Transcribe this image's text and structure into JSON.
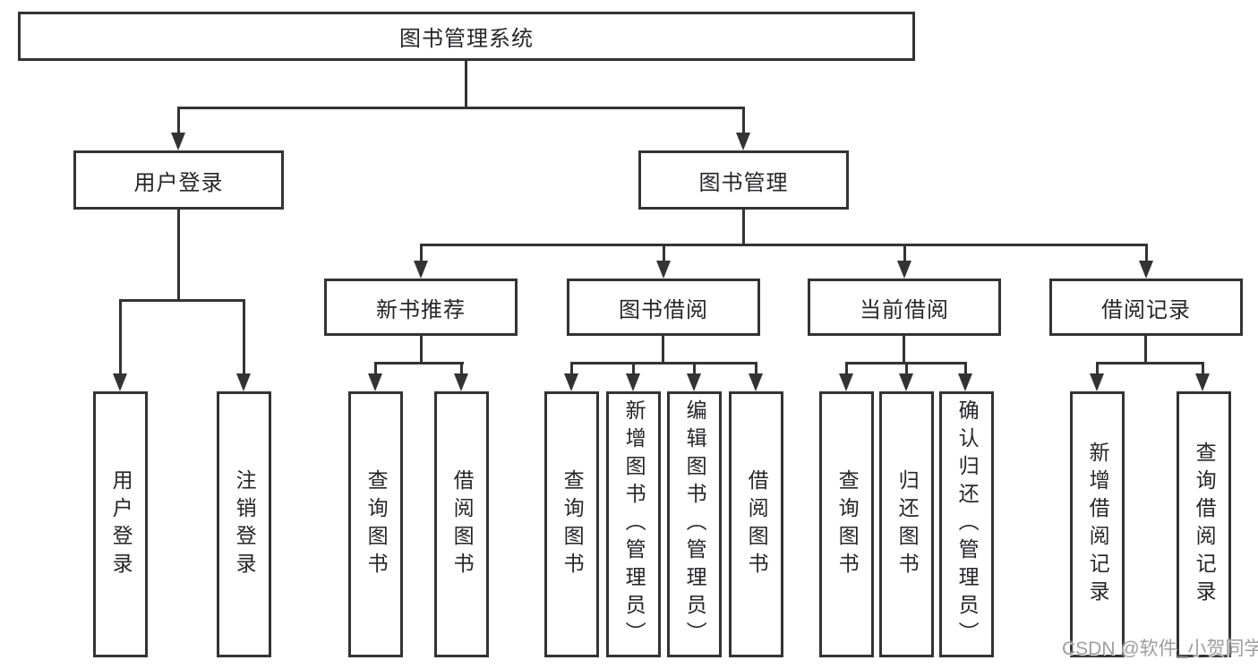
{
  "tree": {
    "root": {
      "label": "图书管理系统"
    },
    "branches": [
      {
        "label": "用户登录",
        "children": [
          {
            "label": "用户登录"
          },
          {
            "label": "注销登录"
          }
        ]
      },
      {
        "label": "图书管理",
        "children": [
          {
            "label": "新书推荐",
            "children": [
              {
                "label": "查询图书"
              },
              {
                "label": "借阅图书"
              }
            ]
          },
          {
            "label": "图书借阅",
            "children": [
              {
                "label": "查询图书"
              },
              {
                "label": "新增图书（管理员）"
              },
              {
                "label": "编辑图书（管理员）"
              },
              {
                "label": "借阅图书"
              }
            ]
          },
          {
            "label": "当前借阅",
            "children": [
              {
                "label": "查询图书"
              },
              {
                "label": "归还图书"
              },
              {
                "label": "确认归还（管理员）"
              }
            ]
          },
          {
            "label": "借阅记录",
            "children": [
              {
                "label": "新增借阅记录"
              },
              {
                "label": "查询借阅记录"
              }
            ]
          }
        ]
      }
    ]
  },
  "watermark": {
    "text": "CSDN @软件_小贺同学"
  },
  "colors": {
    "line": "#333333",
    "text": "#26262a",
    "background": "#ffffff",
    "watermark": "#9e9e9e"
  }
}
